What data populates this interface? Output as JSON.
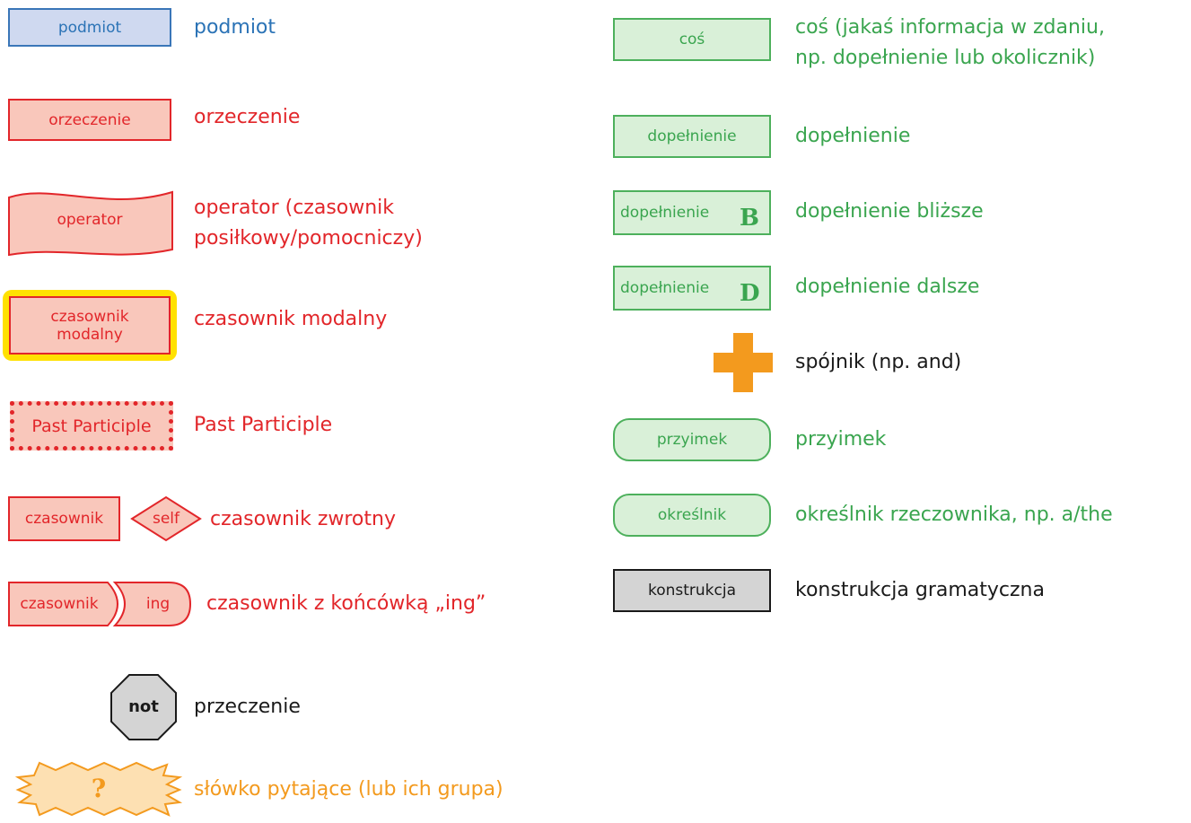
{
  "legend_left": {
    "subject": {
      "box": "podmiot",
      "desc": "podmiot"
    },
    "predicate": {
      "box": "orzeczenie",
      "desc": "orzeczenie"
    },
    "operator": {
      "box": "operator",
      "desc_line1": "operator (czasownik",
      "desc_line2": "posiłkowy/pomocniczy)"
    },
    "modal": {
      "box_line1": "czasownik",
      "box_line2": "modalny",
      "desc": "czasownik modalny"
    },
    "past_participle": {
      "box": "Past Participle",
      "desc": "Past Participle"
    },
    "reflexive": {
      "box": "czasownik",
      "diamond": "self",
      "desc": "czasownik zwrotny"
    },
    "ing_verb": {
      "box": "czasownik",
      "suffix": "ing",
      "desc": "czasownik z końcówką „ing”"
    },
    "negation": {
      "box": "not",
      "desc": "przeczenie"
    },
    "question_word": {
      "box": "?",
      "desc": "słówko pytające (lub ich grupa)"
    }
  },
  "legend_right": {
    "something": {
      "box": "coś",
      "desc_line1": "coś (jakaś informacja w zdaniu,",
      "desc_line2": "np. dopełnienie lub okolicznik)"
    },
    "object": {
      "box": "dopełnienie",
      "desc": "dopełnienie"
    },
    "direct_object": {
      "box": "dopełnienie",
      "letter": "B",
      "desc": "dopełnienie bliższe"
    },
    "indirect_object": {
      "box": "dopełnienie",
      "letter": "D",
      "desc": "dopełnienie dalsze"
    },
    "conjunction": {
      "icon": "plus-icon",
      "desc": "spójnik (np. and)"
    },
    "preposition": {
      "box": "przyimek",
      "desc": "przyimek"
    },
    "determiner": {
      "box": "określnik",
      "desc": "określnik rzeczownika, np. a/the"
    },
    "construction": {
      "box": "konstrukcja",
      "desc": "konstrukcja gramatyczna"
    }
  },
  "colors": {
    "subject": "#2b73b6",
    "verb": "#e2262a",
    "complement": "#3aa54f",
    "question": "#f39a1e",
    "modal_highlight": "#ffe100"
  }
}
